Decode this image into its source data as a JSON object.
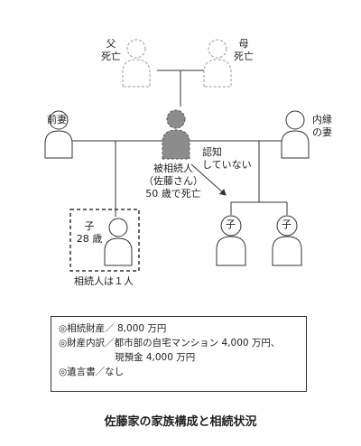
{
  "persons": {
    "father": {
      "line1": "父",
      "line2": "死亡"
    },
    "mother": {
      "line1": "母",
      "line2": "死亡"
    },
    "ex_wife": {
      "label": "前妻"
    },
    "common_law_wife": {
      "line1": "内縁",
      "line2": "の妻"
    },
    "deceased": {
      "line1": "被相続人",
      "line2": "（佐藤さん）",
      "line3": "50 歳で死亡"
    },
    "child_heir": {
      "line1": "子",
      "line2": "28 歳"
    },
    "child_a": {
      "label": "子"
    },
    "child_b": {
      "label": "子"
    }
  },
  "annotations": {
    "recognition_line1": "認知",
    "recognition_line2": "していない",
    "heir_count": "相続人は１人"
  },
  "info": {
    "row1": "◎相続財産／ 8,000 万円",
    "row2": "◎財産内訳／都市部の自宅マンション 4,000 万円、",
    "row3": "現預金 4,000 万円",
    "row4": "◎遺言書／なし"
  },
  "caption": "佐藤家の家族構成と相続状況",
  "colors": {
    "line": "#333333",
    "deceased_fill": "#8c8c8c",
    "dead_stroke": "#999999"
  }
}
